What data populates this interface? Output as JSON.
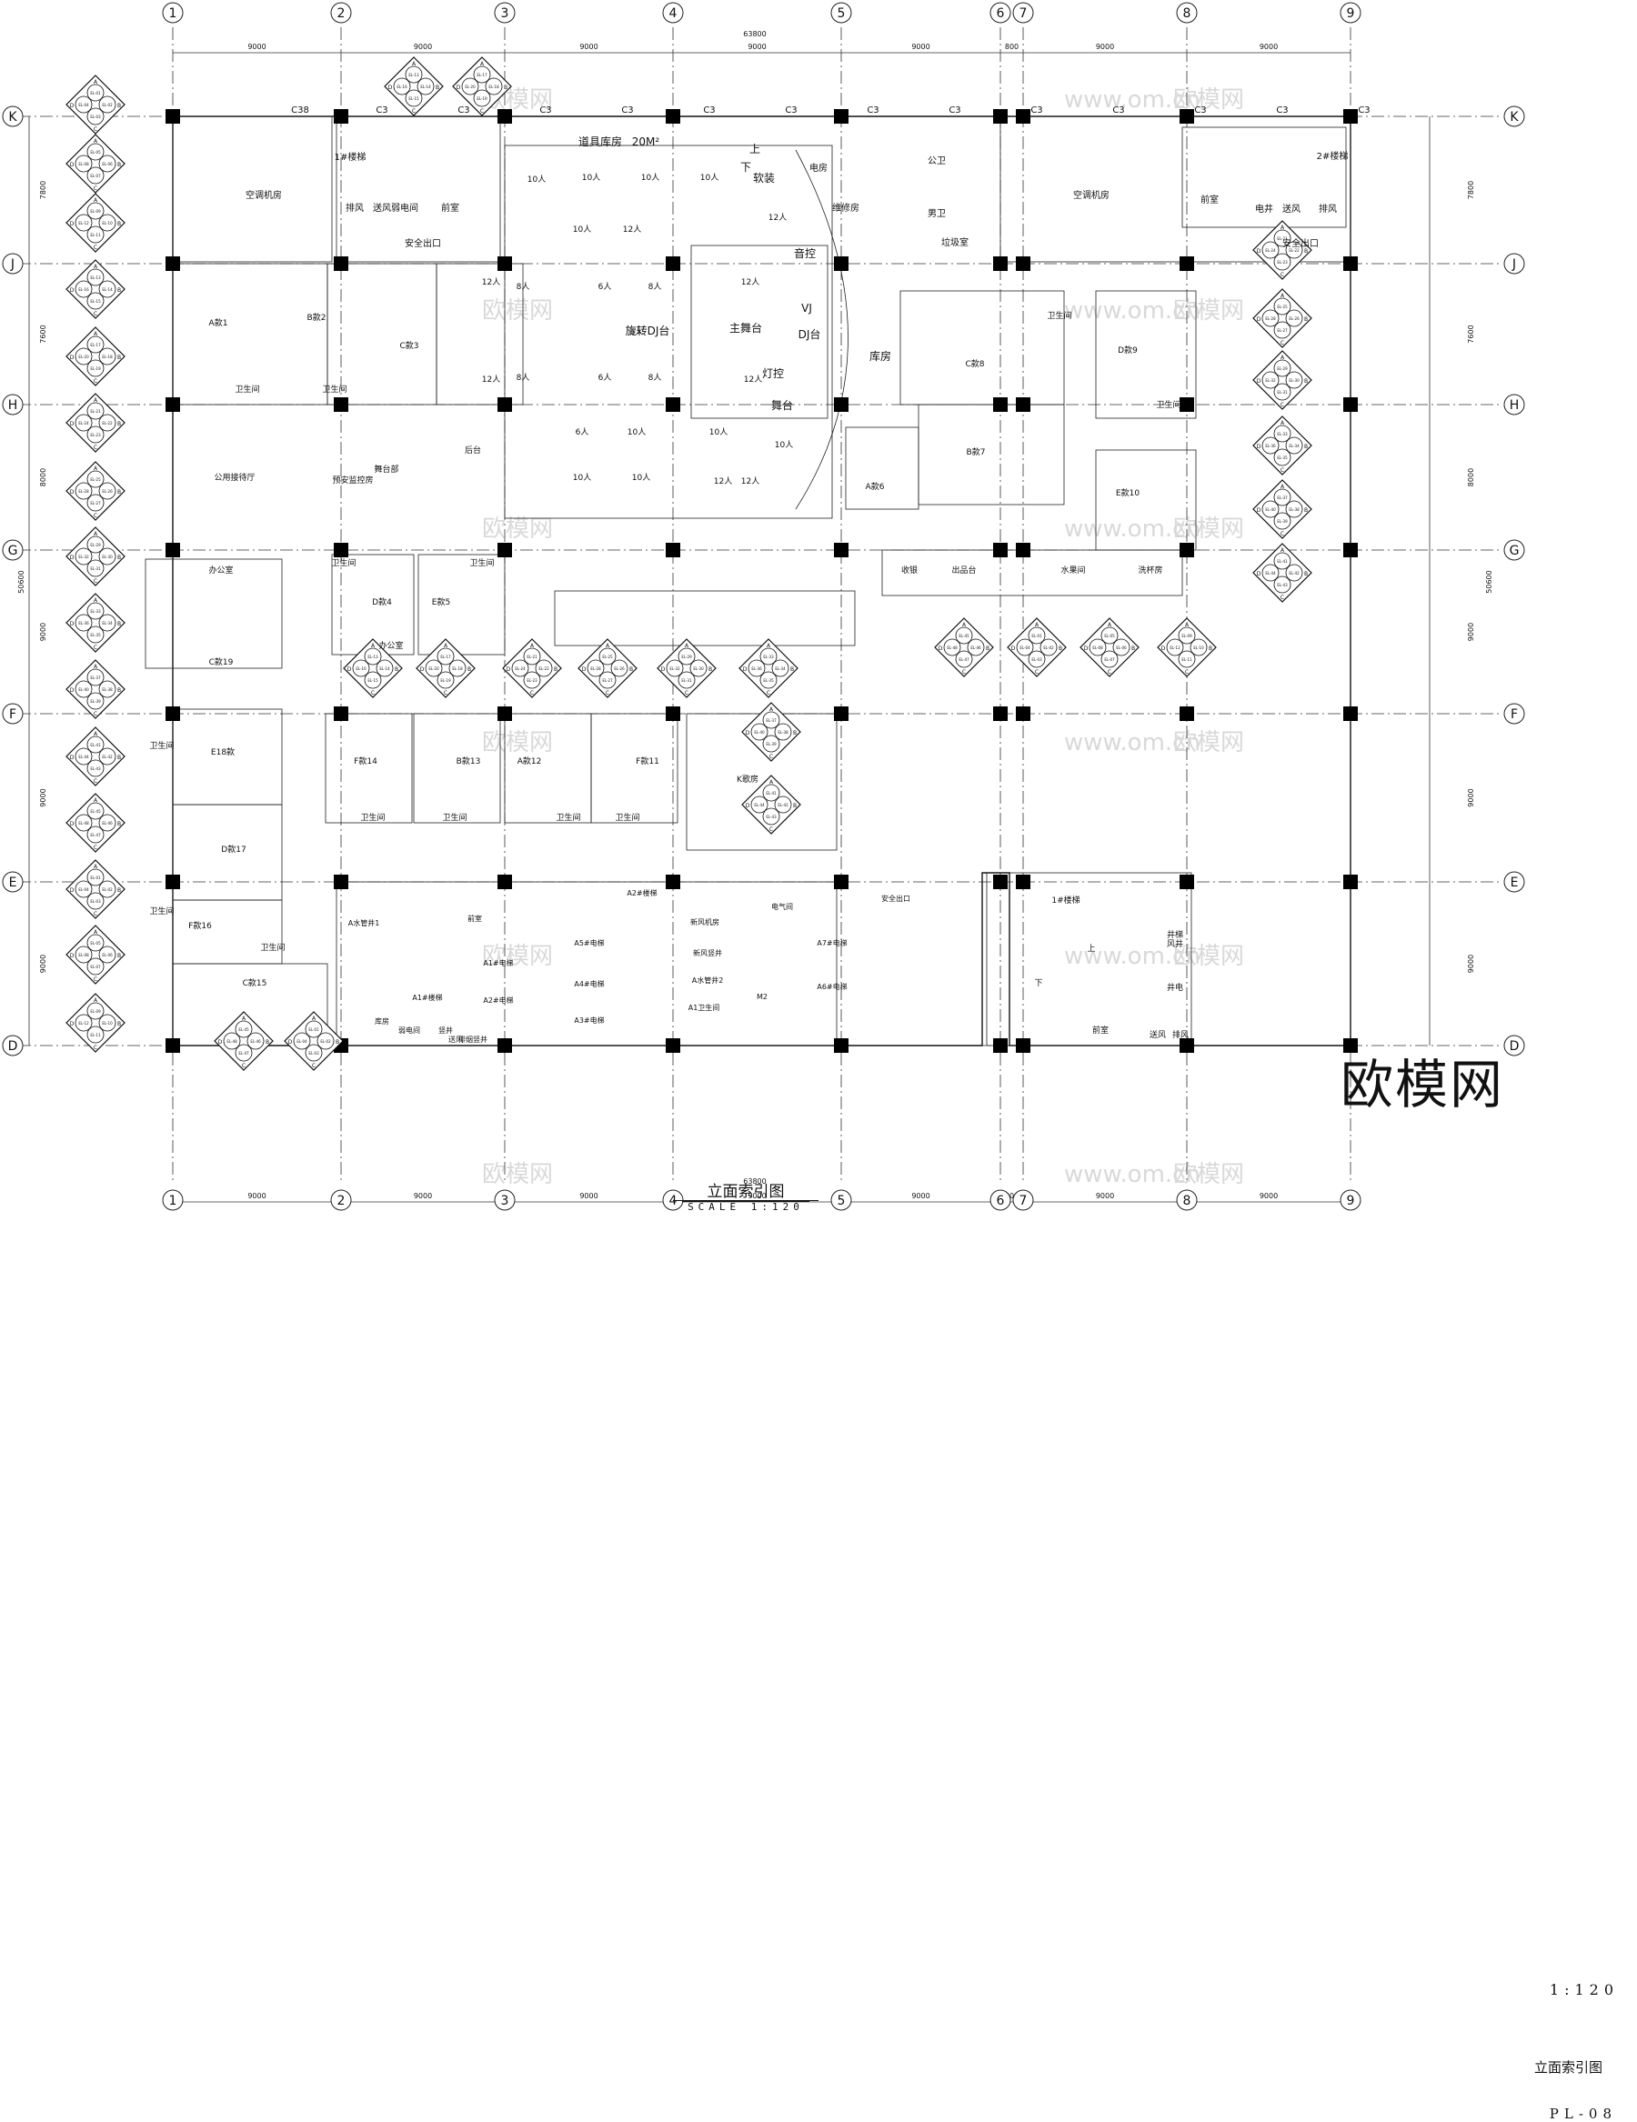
{
  "drawing": {
    "title": "立面索引图",
    "scale_text": "SCALE 1:120",
    "scale_ratio": "1:120",
    "drawing_number": "PL-08",
    "logo_text": "欧模网",
    "watermark_text": "欧模网",
    "watermark_url": "www.om.cn"
  },
  "grid": {
    "columns": [
      "1",
      "2",
      "3",
      "4",
      "5",
      "6",
      "7",
      "8",
      "9"
    ],
    "rows": [
      "K",
      "J",
      "H",
      "G",
      "F",
      "E",
      "D"
    ],
    "col_spacings": [
      "9000",
      "9000",
      "9000",
      "9000",
      "9000",
      "800",
      "9000",
      "9000"
    ],
    "total_width": "63800",
    "row_spacings": [
      "7800",
      "7600",
      "8000",
      "9000",
      "9000",
      "9000"
    ],
    "total_height": "50600"
  },
  "wall_labels": [
    "C38",
    "C3",
    "C3",
    "C3",
    "C3",
    "C3",
    "C3",
    "C3",
    "C3",
    "C3",
    "C3",
    "C3",
    "C3",
    "C3"
  ],
  "rooms": {
    "top_left": [
      "1#楼梯",
      "排风",
      "送风",
      "弱电间",
      "前室",
      "空调机房",
      "安全出口"
    ],
    "top_center": [
      "道具库房",
      "20M²",
      "软装",
      "上",
      "下"
    ],
    "top_right": [
      "电房",
      "维修房",
      "公卫",
      "男卫",
      "垃圾室",
      "空调机房",
      "2#楼梯",
      "前室",
      "电井",
      "送风",
      "排风",
      "安全出口"
    ],
    "stage": [
      "主舞台",
      "旋转DJ台",
      "音控",
      "VJ",
      "DJ台",
      "灯控",
      "舞台",
      "库房"
    ],
    "stage_tables": [
      "10人",
      "10人",
      "10人",
      "10人",
      "10人",
      "12人",
      "12人",
      "12人",
      "12人",
      "12人",
      "12人",
      "8人",
      "8人",
      "8人",
      "8人",
      "6人",
      "6人",
      "6人",
      "6人",
      "10人",
      "10人",
      "10人",
      "10人",
      "10人",
      "12人",
      "12人"
    ],
    "left_rooms": [
      "A款1",
      "B款2",
      "C款3",
      "卫生间",
      "卫生间",
      "预安监控房",
      "舞台部",
      "后台",
      "公用接待厅",
      "办公室"
    ],
    "right_rooms": [
      "C款8",
      "D款9",
      "B款7",
      "A款6",
      "E款10",
      "卫生间",
      "卫生间",
      "收银",
      "出品台",
      "水果间",
      "洗杯房"
    ],
    "middle_rooms": [
      "D款4",
      "E款5",
      "办公室",
      "卫生间",
      "卫生间",
      "C款19",
      "E18款",
      "D款17",
      "F款16",
      "C款15",
      "卫生间",
      "卫生间",
      "卫生间"
    ],
    "lower_rooms": [
      "F款14",
      "B款13",
      "A款12",
      "F款11",
      "K歌房",
      "卫生间",
      "卫生间",
      "卫生间",
      "卫生间"
    ],
    "core_rooms": [
      "A水管井1",
      "A1#楼梯",
      "前室",
      "弱电间",
      "竖井",
      "排烟竖井",
      "送风",
      "库房",
      "A2#楼梯",
      "新风机房",
      "新风竖井",
      "A水管井2",
      "电气间",
      "A1卫生间",
      "M2",
      "A5#电梯",
      "A4#电梯",
      "A3#电梯",
      "A7#电梯",
      "A6#电梯",
      "A1#电梯",
      "A2#电梯",
      "安全出口"
    ],
    "right_stair": [
      "1#楼梯",
      "井梯",
      "风井",
      "井电",
      "前室",
      "送风",
      "排风",
      "上",
      "下"
    ]
  },
  "index_tag_prefix": "EL-",
  "index_letters": [
    "A",
    "B",
    "C",
    "D"
  ],
  "index_numbers": [
    "01",
    "02",
    "03",
    "04",
    "05",
    "06",
    "07",
    "08",
    "09",
    "10",
    "11",
    "12",
    "13",
    "14",
    "15",
    "16",
    "17",
    "18",
    "19",
    "20",
    "21",
    "22",
    "23",
    "24",
    "25",
    "26",
    "27",
    "28",
    "29",
    "30",
    "31",
    "32",
    "33",
    "34",
    "35",
    "36",
    "37",
    "38",
    "39",
    "40",
    "41",
    "42",
    "43",
    "44",
    "45",
    "46",
    "47",
    "48"
  ]
}
